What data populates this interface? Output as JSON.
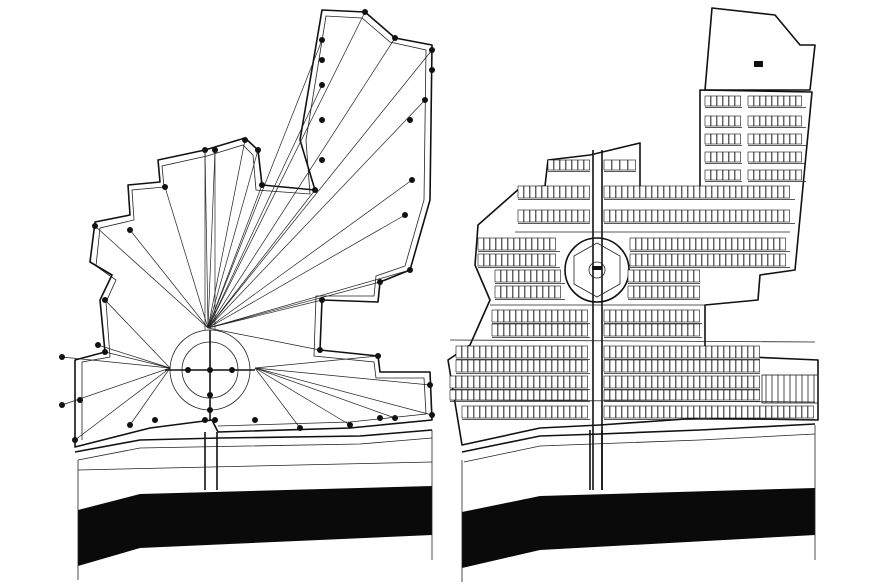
{
  "colors": {
    "line": "#111111",
    "background": "#ffffff",
    "fill_dark": "#0a0a0a"
  },
  "panels": [
    {
      "id": "network-plan",
      "kind": "distribution-network"
    },
    {
      "id": "plot-layout-plan",
      "kind": "subdivision-layout"
    }
  ]
}
